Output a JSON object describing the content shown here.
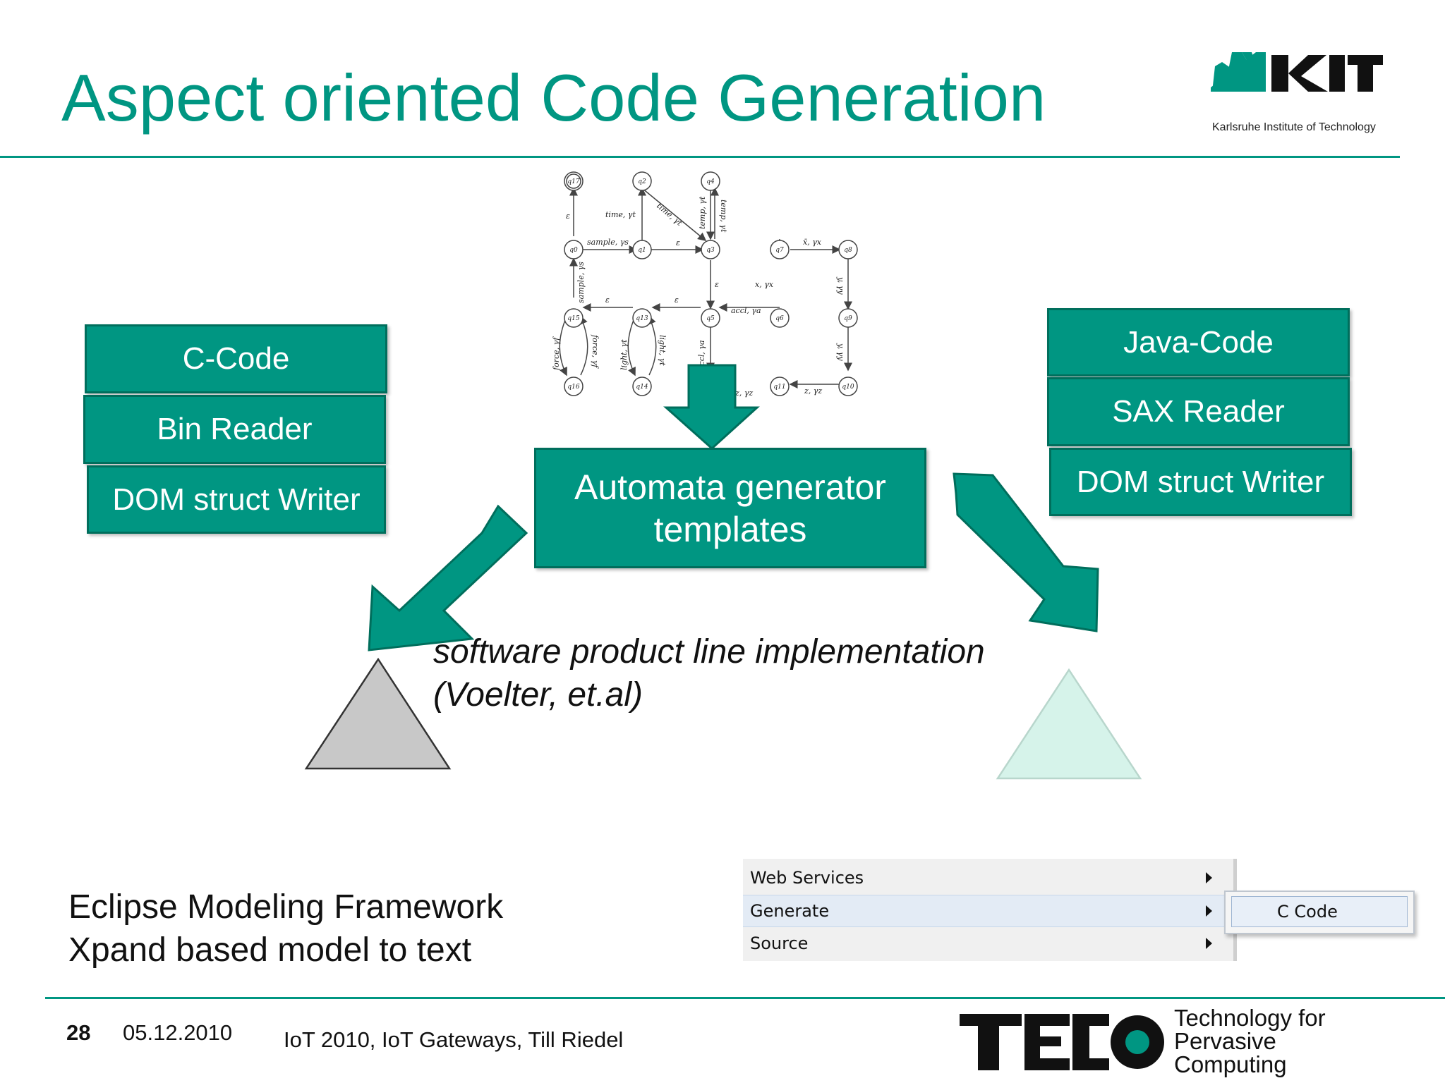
{
  "slide": {
    "title": "Aspect oriented Code Generation",
    "logo": {
      "name": "KIT",
      "caption": "Karlsruhe Institute of Technology"
    },
    "accent_color": "#009682"
  },
  "automaton": {
    "states": [
      "q17",
      "q2",
      "q4",
      "q0",
      "q1",
      "q3",
      "q7",
      "q8",
      "q15",
      "q13",
      "q5",
      "q6",
      "q9",
      "q16",
      "q14",
      "q11",
      "q10"
    ],
    "edge_labels": [
      "ε",
      "time, γt",
      "time, γt",
      "temp, γt",
      "temp, γt",
      "sample, γs",
      "sample, γs",
      "ε",
      "ε",
      "x̄, γx",
      "x, γx",
      "y, γy",
      "y, γy",
      "accl, γa",
      "ε",
      "ε",
      "force, γf",
      "force, γf",
      "light, γt",
      "light, γt",
      "accl, γa",
      "z, γz",
      "z, γz"
    ]
  },
  "left_stack": [
    "C-Code",
    "Bin Reader",
    "DOM struct Writer"
  ],
  "right_stack": [
    "Java-Code",
    "SAX Reader",
    "DOM struct Writer"
  ],
  "generator": {
    "line1": "Automata generator",
    "line2": "templates"
  },
  "spl": {
    "line1": "software product line implementation",
    "line2": "(Voelter, et.al)"
  },
  "triangles": {
    "left_color": "#c8c8c8",
    "right_color": "#d6f3ea"
  },
  "emf": {
    "line1": "Eclipse Modeling Framework",
    "line2": "Xpand based model to text"
  },
  "menu": {
    "items": [
      "Web Services",
      "Generate",
      "Source"
    ],
    "highlighted": "Generate",
    "submenu_item": "C Code"
  },
  "footer": {
    "page_number": "28",
    "date": "05.12.2010",
    "event": "IoT 2010, IoT Gateways, Till Riedel",
    "teco": {
      "name": "TECO",
      "line1": "Technology for",
      "line2": "Pervasive",
      "line3": "Computing"
    }
  }
}
